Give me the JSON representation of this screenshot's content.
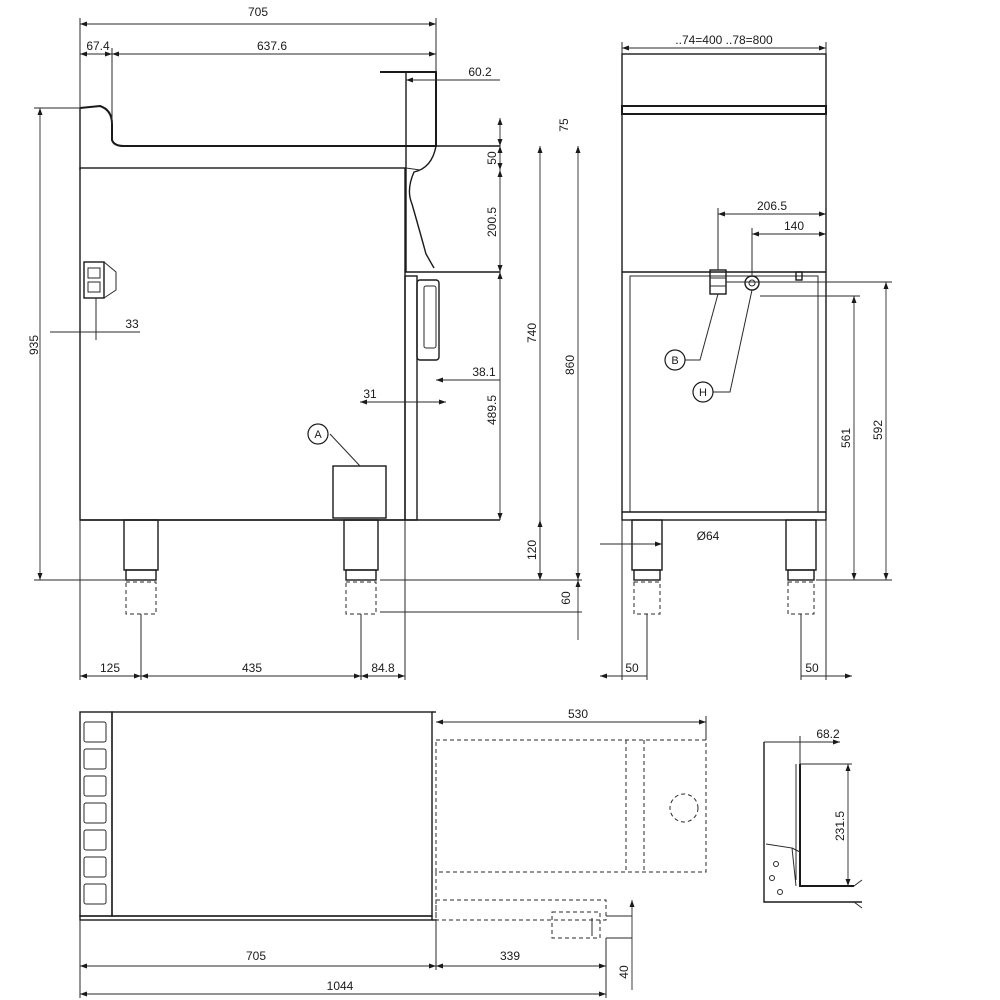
{
  "dimensions": {
    "side_width": "705",
    "left_offset": "67.4",
    "top_depth": "637.6",
    "overhang": "60.2",
    "total_height": "935",
    "top_thickness": "75",
    "step_height": "50",
    "flue_height": "200.5",
    "body_height": "740",
    "overall_height": "860",
    "door_offset": "38.1",
    "door_gap": "31",
    "door_height": "489.5",
    "leg_height": "120",
    "foot_adjust": "60",
    "inlet_offset": "33",
    "foot_left": "125",
    "foot_spacing": "435",
    "foot_right": "84.8",
    "front_width": "..74=400 ..78=800",
    "conn_b_offset": "206.5",
    "conn_h_offset": "140",
    "conn_b_height": "592",
    "conn_h_height": "561",
    "leg_diameter": "Ø64",
    "front_foot_left": "50",
    "front_foot_right": "50",
    "drawer_depth": "530",
    "plan_depth": "705",
    "plan_extension": "339",
    "plan_total": "1044",
    "plan_offset": "40",
    "detail_offset": "68.2",
    "detail_height": "231.5"
  },
  "callouts": {
    "a": "A",
    "b": "B",
    "h": "H"
  }
}
